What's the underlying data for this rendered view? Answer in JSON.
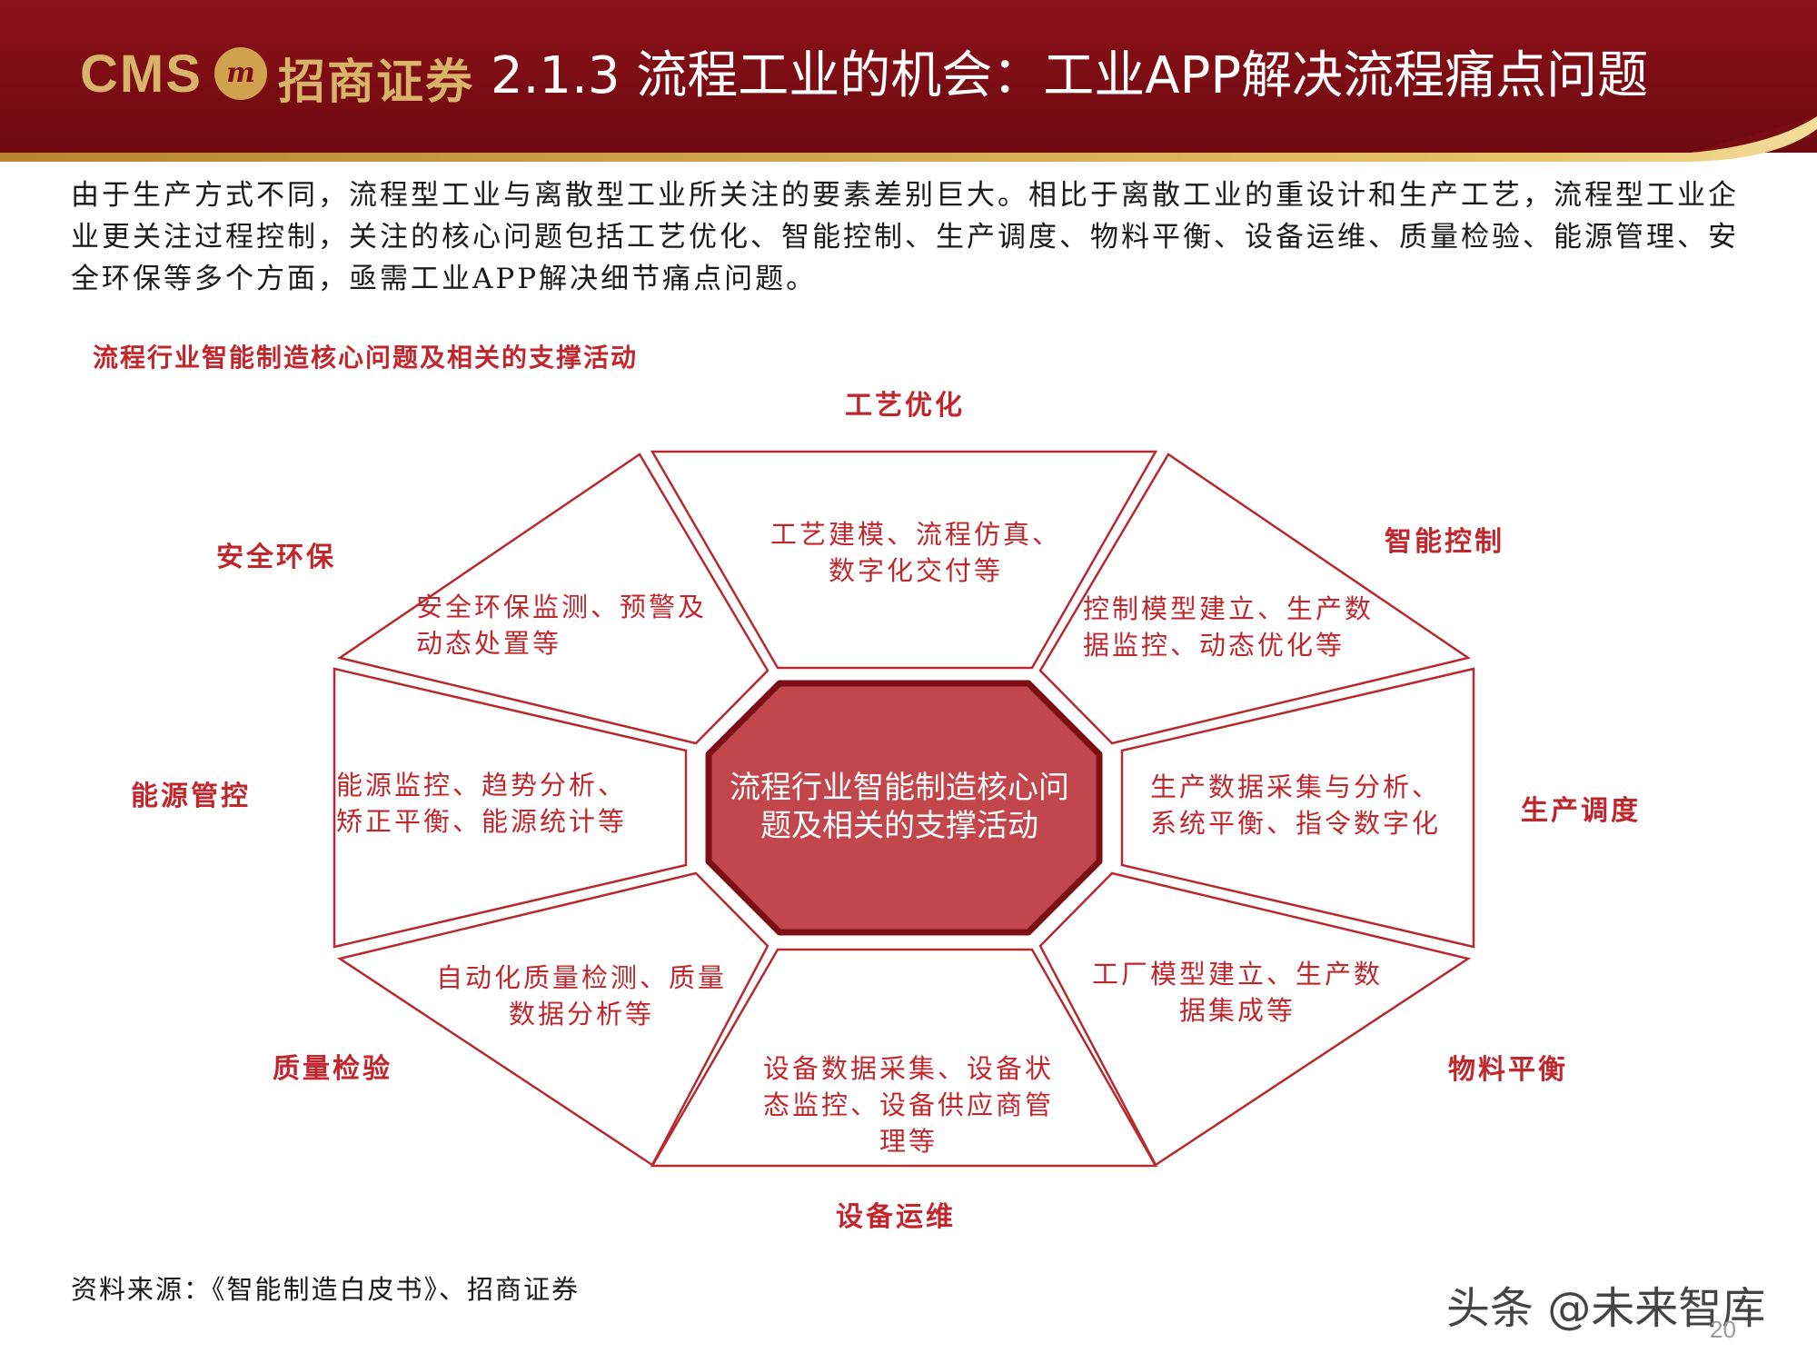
{
  "header": {
    "logo_text": "CMS",
    "logo_mark_text": "m",
    "logo_cn": "招商证券",
    "title": "2.1.3 流程工业的机会：工业APP解决流程痛点问题",
    "background_color": "#7e0b12",
    "accent_color": "#d8b46a"
  },
  "intro_text": "由于生产方式不同，流程型工业与离散型工业所关注的要素差别巨大。相比于离散工业的重设计和生产工艺，流程型工业企业更关注过程控制，关注的核心问题包括工艺优化、智能控制、生产调度、物料平衡、设备运维、质量检验、能源管理、安全环保等多个方面，亟需工业APP解决细节痛点问题。",
  "figure_title": "流程行业智能制造核心问题及相关的支撑活动",
  "diagram": {
    "center": {
      "line1": "流程行业智能制造核心问",
      "line2": "题及相关的支撑活动",
      "fill_color": "#c1474d"
    },
    "categories": {
      "top": "工艺优化",
      "top_right": "智能控制",
      "right": "生产调度",
      "bottom_right": "物料平衡",
      "bottom": "设备运维",
      "bottom_left": "质量检验",
      "left": "能源管控",
      "top_left": "安全环保"
    },
    "segments": {
      "top": [
        "工艺建模、流程仿真、",
        "数字化交付等"
      ],
      "top_right": [
        "控制模型建立、生产数",
        "据监控、动态优化等"
      ],
      "right": [
        "生产数据采集与分析、",
        "系统平衡、指令数字化"
      ],
      "bottom_right": [
        "工厂模型建立、生产数",
        "据集成等"
      ],
      "bottom": [
        "设备数据采集、设备状",
        "态监控、设备供应商管",
        "理等"
      ],
      "bottom_left": [
        "自动化质量检测、质量",
        "数据分析等"
      ],
      "left": [
        "能源监控、趋势分析、",
        "矫正平衡、能源统计等"
      ],
      "top_left": [
        "安全环保监测、预警及",
        "动态处置等"
      ]
    },
    "accent_color": "#c0272d"
  },
  "source": "资料来源：《智能制造白皮书》、招商证券",
  "watermark": "头条 @未来智库",
  "page_number": "20"
}
